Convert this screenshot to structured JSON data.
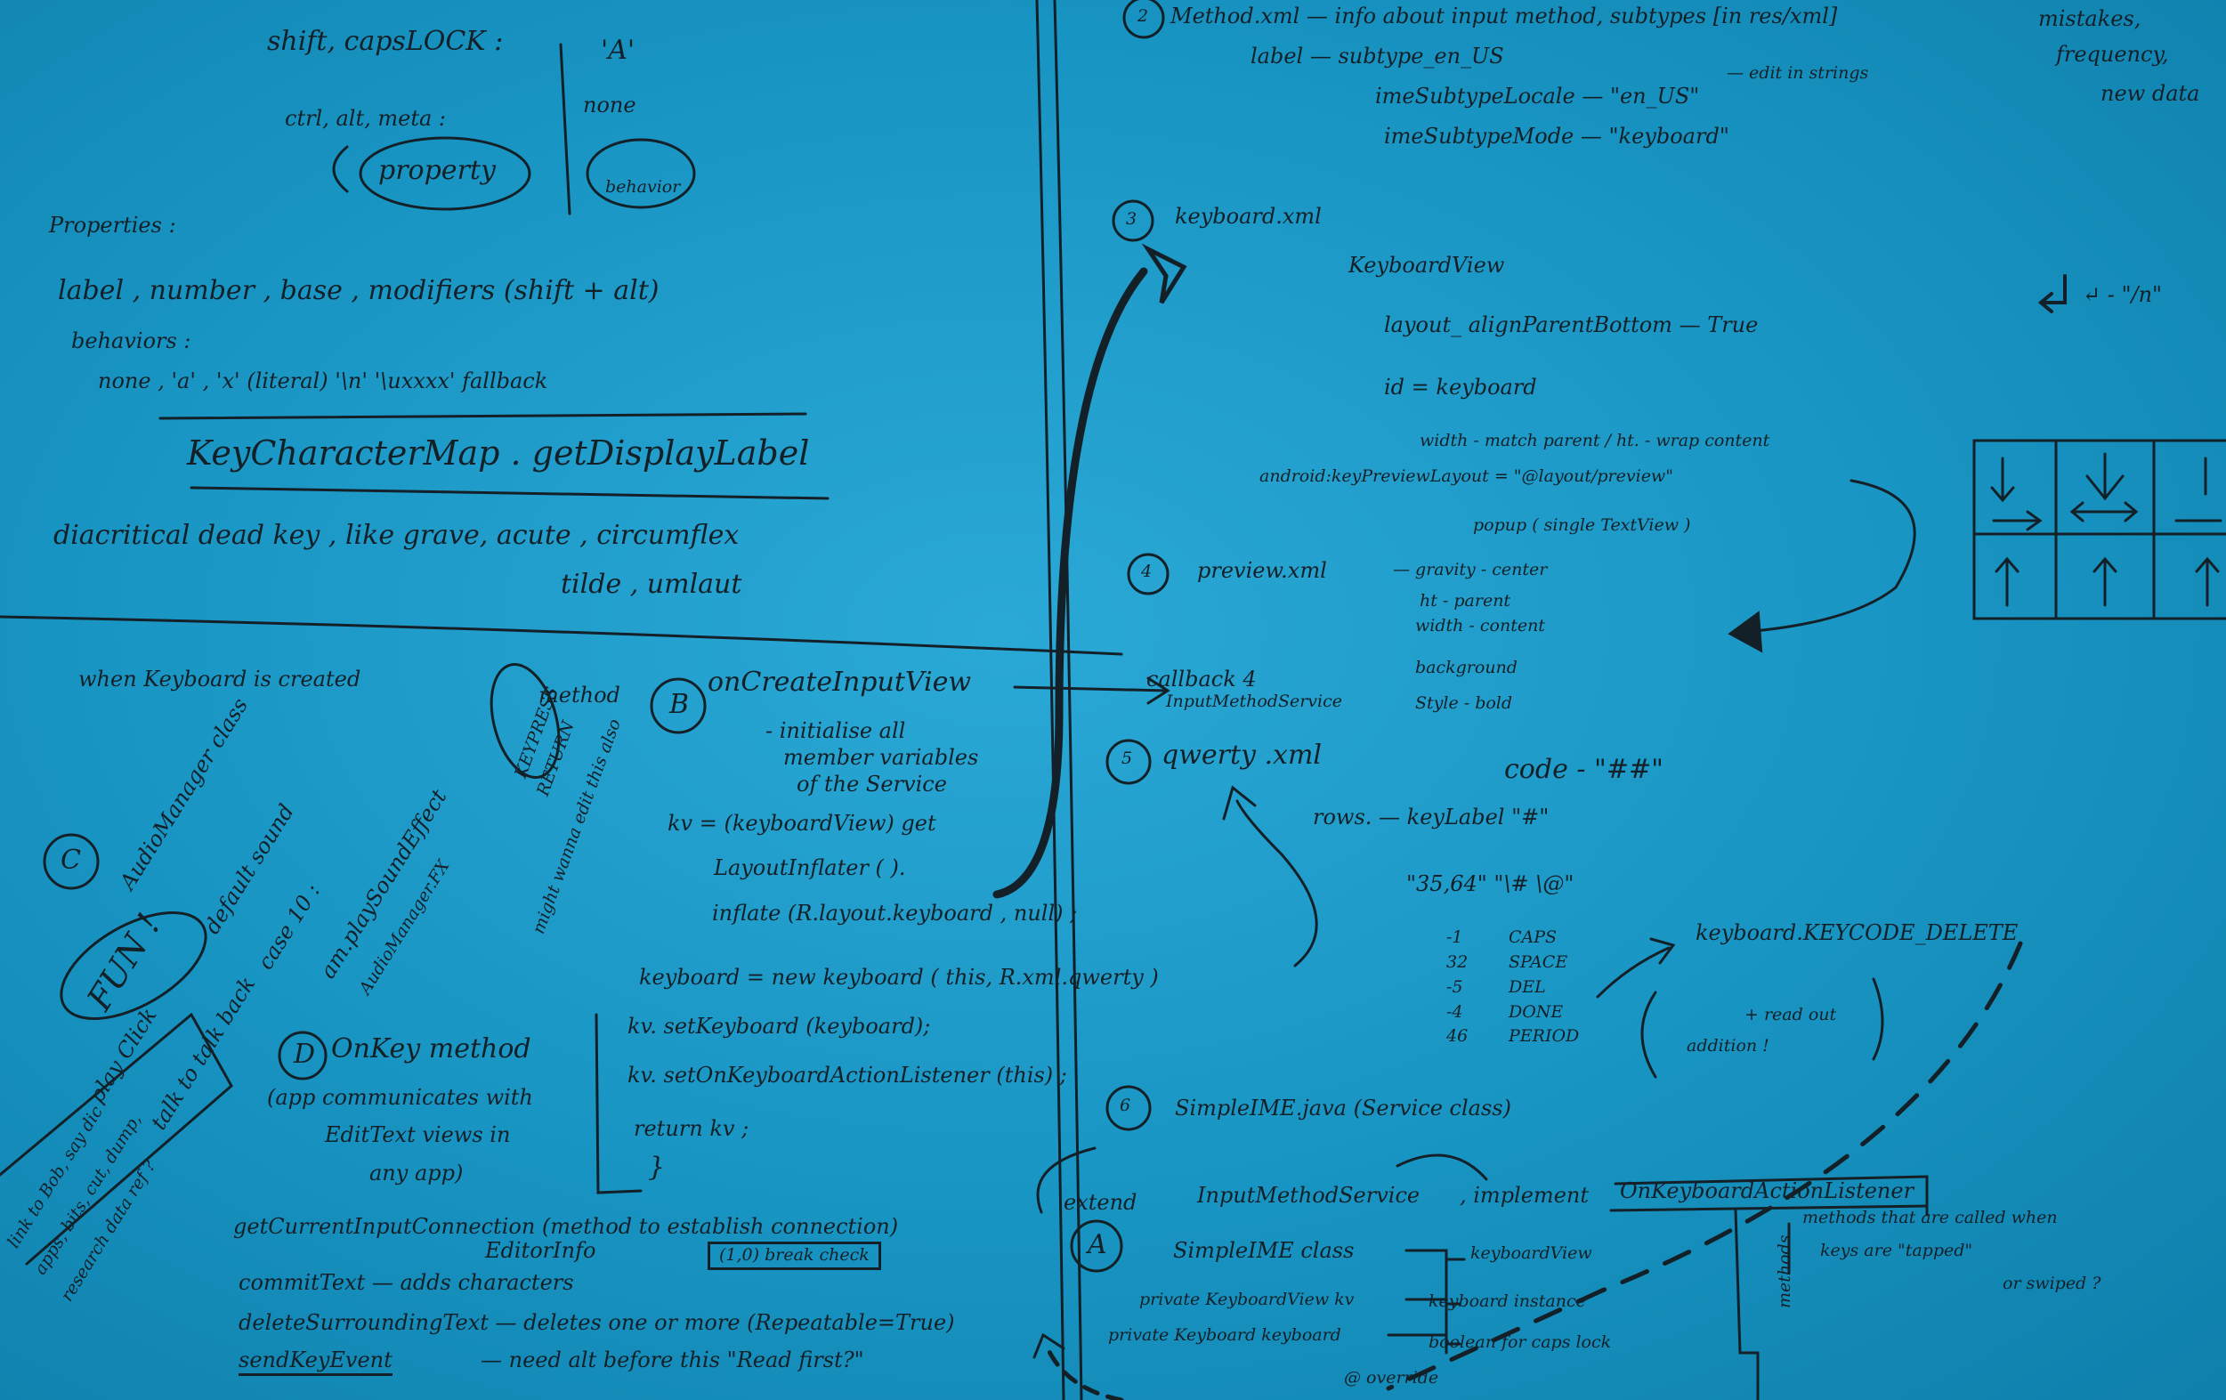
{
  "top_left": {
    "shift_caps": "shift, capsLOCK :",
    "shift_caps_val": "'A'",
    "ctrl_alt": "ctrl, alt, meta :",
    "ctrl_alt_val": "none",
    "property": "property",
    "behavior": "behavior",
    "properties_heading": "Properties :",
    "properties_list": "label , number , base , modifiers (shift + alt)",
    "behaviors_heading": "behaviors :",
    "behaviors_list": "none , 'a' , 'x' (literal)  '\\n'  '\\uxxxx'  fallback",
    "kcm": "KeyCharacterMap . getDisplayLabel",
    "diacritical": "diacritical dead key , like grave, acute , circumflex",
    "diacritical2": "tilde , umlaut"
  },
  "left_bottom": {
    "when_created": "when Keyboard is created",
    "method": "method",
    "keypress": "KEYPRESS",
    "return": "RETURN",
    "might_tie": "might wanna edit this also",
    "c_label": "C",
    "audio": "AudioManager class",
    "fun": "FUN !",
    "play_sound": "am.playSoundEffect",
    "audio_fx": "AudioManager.FX",
    "case": "case 10 :",
    "default_sound": "default sound",
    "play_click": "play Click",
    "talk_back": "talk to talk back",
    "side1": "link to Bob, say dic",
    "side2": "apps, bits, cut, dump,",
    "side3": "research data ref ?",
    "d_label": "D",
    "onkey": "OnKey method",
    "onkey_desc1": "(app communicates with",
    "onkey_desc2": "EditText views in",
    "onkey_desc3": "any app)",
    "get_current": "getCurrentInputConnection (method to establish connection)",
    "editor_info": "EditorInfo",
    "commit_text": "commitText  — adds characters",
    "break_check": "(1,0) break check",
    "delete_surrounding": "deleteSurroundingText  — deletes one or more (Repeatable=True)",
    "send_key": "sendKeyEvent",
    "send_key_note": "— need alt before this \"Read first?\""
  },
  "center": {
    "b_label": "B",
    "on_create": "onCreateInputView",
    "callback": "callback 4",
    "callback2": "InputMethodService",
    "init1": "- initialise all",
    "init2": "member variables",
    "init3": "of the Service",
    "kv_line": "kv = (keyboardView) get",
    "layout_inflater": "LayoutInflater ( ).",
    "inflate": "inflate (R.layout.keyboard , null) ;",
    "keyboard_new": "keyboard = new keyboard ( this, R.xml.qwerty )",
    "set_keyboard": "kv. setKeyboard (keyboard);",
    "set_listener": "kv. setOnKeyboardActionListener (this) ;",
    "return_kv": "return kv ;",
    "brace": "}"
  },
  "right_top": {
    "n2": "2",
    "method_xml": "Method.xml — info about input method, subtypes [in res/xml]",
    "label_subtype": "label — subtype_en_US",
    "locale": "imeSubtypeLocale — \"en_US\"",
    "locale_note": "— edit in strings",
    "mode": "imeSubtypeMode — \"keyboard\"",
    "n3": "3",
    "keyboard_xml": "keyboard.xml",
    "keyboard_view": "KeyboardView",
    "layout_align": "layout_ alignParentBottom — True",
    "id_keyboard": "id = keyboard",
    "width_match": "width - match parent / ht. - wrap content",
    "preview_layout": "android:keyPreviewLayout = \"@layout/preview\"",
    "popup": "popup ( single TextView )",
    "n4": "4",
    "preview_xml": "preview.xml",
    "gravity": "— gravity - center",
    "ht_parent": "ht - parent",
    "width_content": "width - content",
    "background": "background",
    "style_bold": "Style - bold",
    "corner1": "mistakes,",
    "corner2": "frequency,",
    "corner3": "new data",
    "enter_sym": "↵ - \"/n\""
  },
  "right_mid": {
    "n5": "5",
    "qwerty": "qwerty .xml",
    "code": "code - \"##\"",
    "rows": "rows. — keyLabel \"#\"",
    "codes_ex": "\"35,64\"   \"\\#   \\@\"",
    "key_codes": [
      {
        "code": "-1",
        "name": "CAPS"
      },
      {
        "code": "32",
        "name": "SPACE"
      },
      {
        "code": "-5",
        "name": "DEL"
      },
      {
        "code": "-4",
        "name": "DONE"
      },
      {
        "code": "46",
        "name": "PERIOD"
      }
    ],
    "keycode_delete": "keyboard.KEYCODE_DELETE",
    "read_out": "+ read out",
    "addition": "addition !"
  },
  "right_bottom": {
    "n6": "6",
    "simple_ime": "SimpleIME.java (Service class)",
    "extend": "extend",
    "ims": "InputMethodService",
    "implement": ", implement",
    "listener": "OnKeyboardActionListener",
    "a_label": "A",
    "simple_class": "SimpleIME class",
    "private_kv": "private KeyboardView kv",
    "private_kb": "private Keyboard keyboard",
    "kbv": "keyboardView",
    "kb_instance": "keyboard instance",
    "bool_caps": "boolean for caps lock",
    "methods1": "methods that are called when",
    "methods2": "keys are \"tapped\"",
    "methods3": "or swiped ?",
    "override": "@ override",
    "side_method": "methods"
  }
}
